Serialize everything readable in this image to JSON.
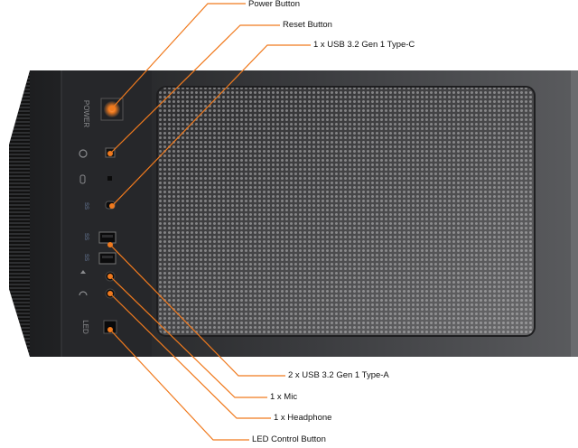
{
  "labels": {
    "power_button": "Power Button",
    "reset_button": "Reset Button",
    "usb_c": "1 x USB 3.2 Gen 1 Type-C",
    "usb_a": "2 x USB 3.2 Gen 1 Type-A",
    "mic": "1 x Mic",
    "headphone": "1 x Headphone",
    "led_button": "LED Control Button"
  },
  "panel_text": {
    "power": "POWER",
    "led": "LED",
    "usb1": "SS",
    "usb2": "SS",
    "usb3": "SS"
  },
  "colors": {
    "accent": "#f07a1e",
    "panel": "#2a2b2d",
    "mesh": "#3a3a3c"
  },
  "icons": [
    "power-button-icon",
    "reset-icon",
    "usb-c-port-icon",
    "usb-a-port-icon",
    "mic-jack-icon",
    "headphone-jack-icon",
    "led-button-icon"
  ]
}
